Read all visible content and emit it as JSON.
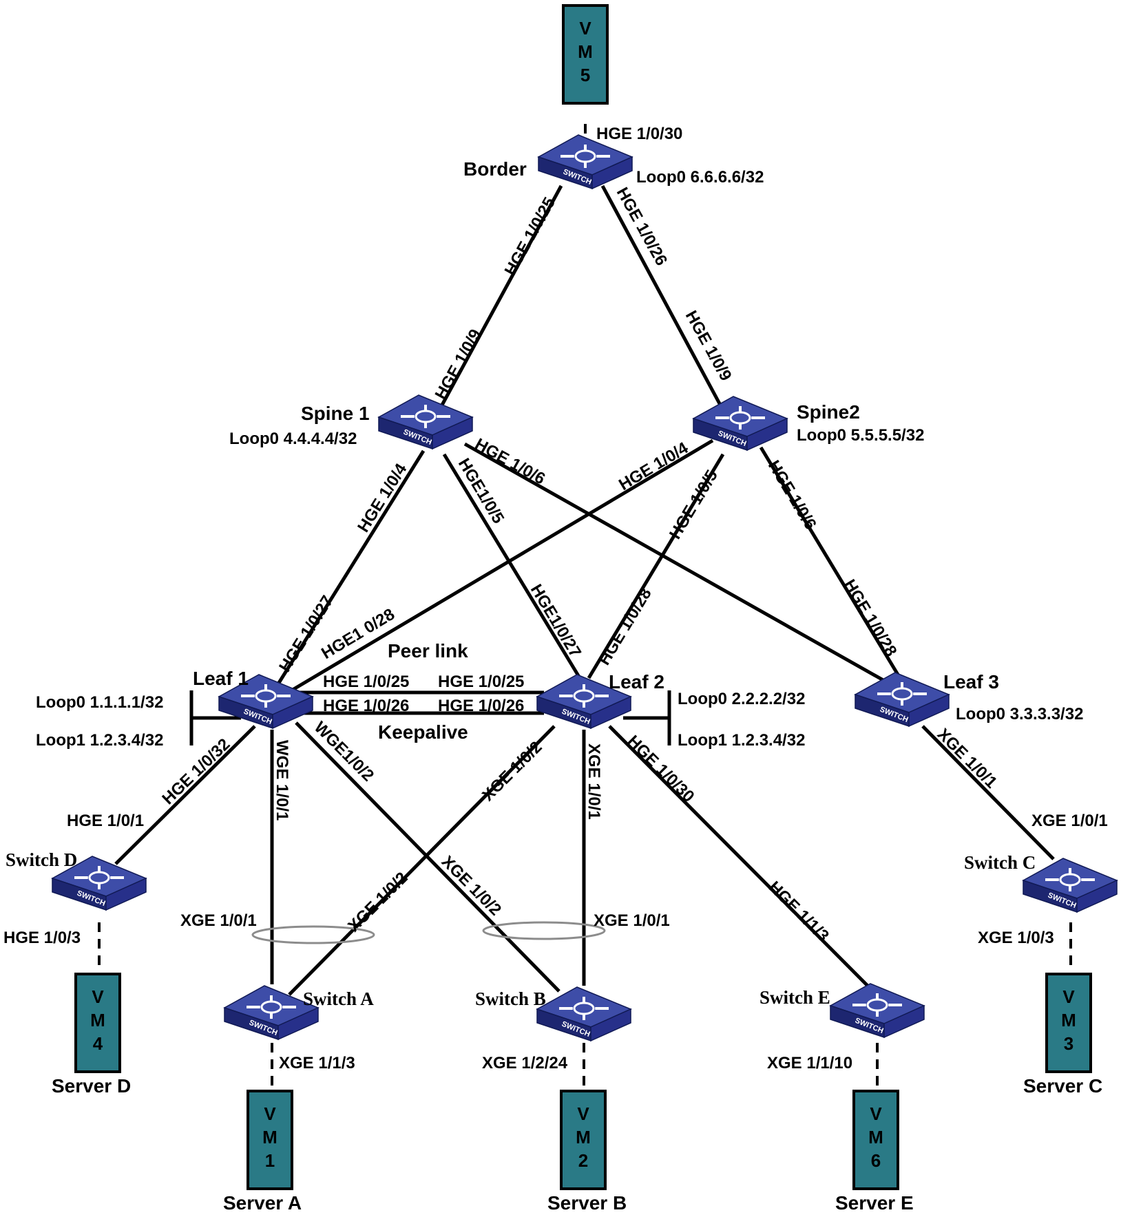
{
  "colors": {
    "vm_fill": "#2a7a86",
    "switch_top": "#3e4da8",
    "switch_side": "#27308a",
    "switch_front": "#1d2670",
    "link": "#000000",
    "agg_ellipse": "#8c8c8c"
  },
  "nodes": {
    "border": {
      "name": "Border",
      "loop0": "Loop0 6.6.6.6/32"
    },
    "spine1": {
      "name": "Spine 1",
      "loop0": "Loop0 4.4.4.4/32"
    },
    "spine2": {
      "name": "Spine2",
      "loop0": "Loop0 5.5.5.5/32"
    },
    "leaf1": {
      "name": "Leaf 1",
      "loop0": "Loop0 1.1.1.1/32",
      "loop1": "Loop1 1.2.3.4/32"
    },
    "leaf2": {
      "name": "Leaf 2",
      "loop0": "Loop0 2.2.2.2/32",
      "loop1": "Loop1 1.2.3.4/32"
    },
    "leaf3": {
      "name": "Leaf 3",
      "loop0": "Loop0 3.3.3.3/32"
    },
    "switch_a": {
      "name": "Switch A"
    },
    "switch_b": {
      "name": "Switch B"
    },
    "switch_c": {
      "name": "Switch C"
    },
    "switch_d": {
      "name": "Switch D"
    },
    "switch_e": {
      "name": "Switch E"
    }
  },
  "switch_icon_text": "SWITCH",
  "vms": [
    {
      "id": "vm5",
      "letters": [
        "V",
        "M",
        "5"
      ]
    },
    {
      "id": "vm4",
      "letters": [
        "V",
        "M",
        "4"
      ]
    },
    {
      "id": "vm1",
      "letters": [
        "V",
        "M",
        "1"
      ]
    },
    {
      "id": "vm2",
      "letters": [
        "V",
        "M",
        "2"
      ]
    },
    {
      "id": "vm6",
      "letters": [
        "V",
        "M",
        "6"
      ]
    },
    {
      "id": "vm3",
      "letters": [
        "V",
        "M",
        "3"
      ]
    }
  ],
  "servers": {
    "server_a": "Server A",
    "server_b": "Server B",
    "server_c": "Server C",
    "server_d": "Server D",
    "server_e": "Server E"
  },
  "link_labels": {
    "peer_link": "Peer link",
    "keepalive": "Keepalive",
    "border_up": "HGE 1/0/30",
    "border_spine1": "HGE 1/0/25",
    "border_spine2": "HGE 1/0/26",
    "spine1_border": "HGE 1/0/9",
    "spine2_border": "HGE 1/0/9",
    "spine1_leaf1": "HGE 1/0/4",
    "spine1_leaf2": "HGE1/0/5",
    "spine1_leaf3": "HGE 1/0/6",
    "spine2_leaf1": "HGE 1/0/4",
    "spine2_leaf2": "HGE 1/0/5",
    "spine2_leaf3": "HGE 1/0/6",
    "leaf1_spine1": "HGE 1/0/27",
    "leaf1_spine2": "HGE1 0/28",
    "leaf2_spine1": "HGE1/0/27",
    "leaf2_spine2": "HGE 1/0/28",
    "leaf3_spine2": "HGE 1/0/28",
    "leaf1_peer1": "HGE 1/0/25",
    "leaf2_peer1": "HGE 1/0/25",
    "leaf1_peer2": "HGE 1/0/26",
    "leaf2_peer2": "HGE 1/0/26",
    "leaf1_swd": "HGE 1/0/32",
    "swd_leaf1": "HGE 1/0/1",
    "leaf1_swa": "WGE 1/0/1",
    "leaf1_swb": "WGE1/0/2",
    "leaf2_swa": "XGE 1/0/2",
    "leaf2_swb": "XGE 1/0/1",
    "leaf2_swe": "HGE 1/0/30",
    "swa_leaf1": "XGE 1/0/1",
    "swa_leaf2": "XGE 1/0/2",
    "swb_leaf1": "XGE 1/0/2",
    "swb_leaf2": "XGE 1/0/1",
    "swe_leaf2": "HGE 1/1/3",
    "leaf3_swc": "XGE 1/0/1",
    "swc_leaf3": "XGE 1/0/1",
    "swd_down": "HGE 1/0/3",
    "swa_down": "XGE 1/1/3",
    "swb_down": "XGE 1/2/24",
    "swe_down": "XGE 1/1/10",
    "swc_down": "XGE 1/0/3"
  }
}
